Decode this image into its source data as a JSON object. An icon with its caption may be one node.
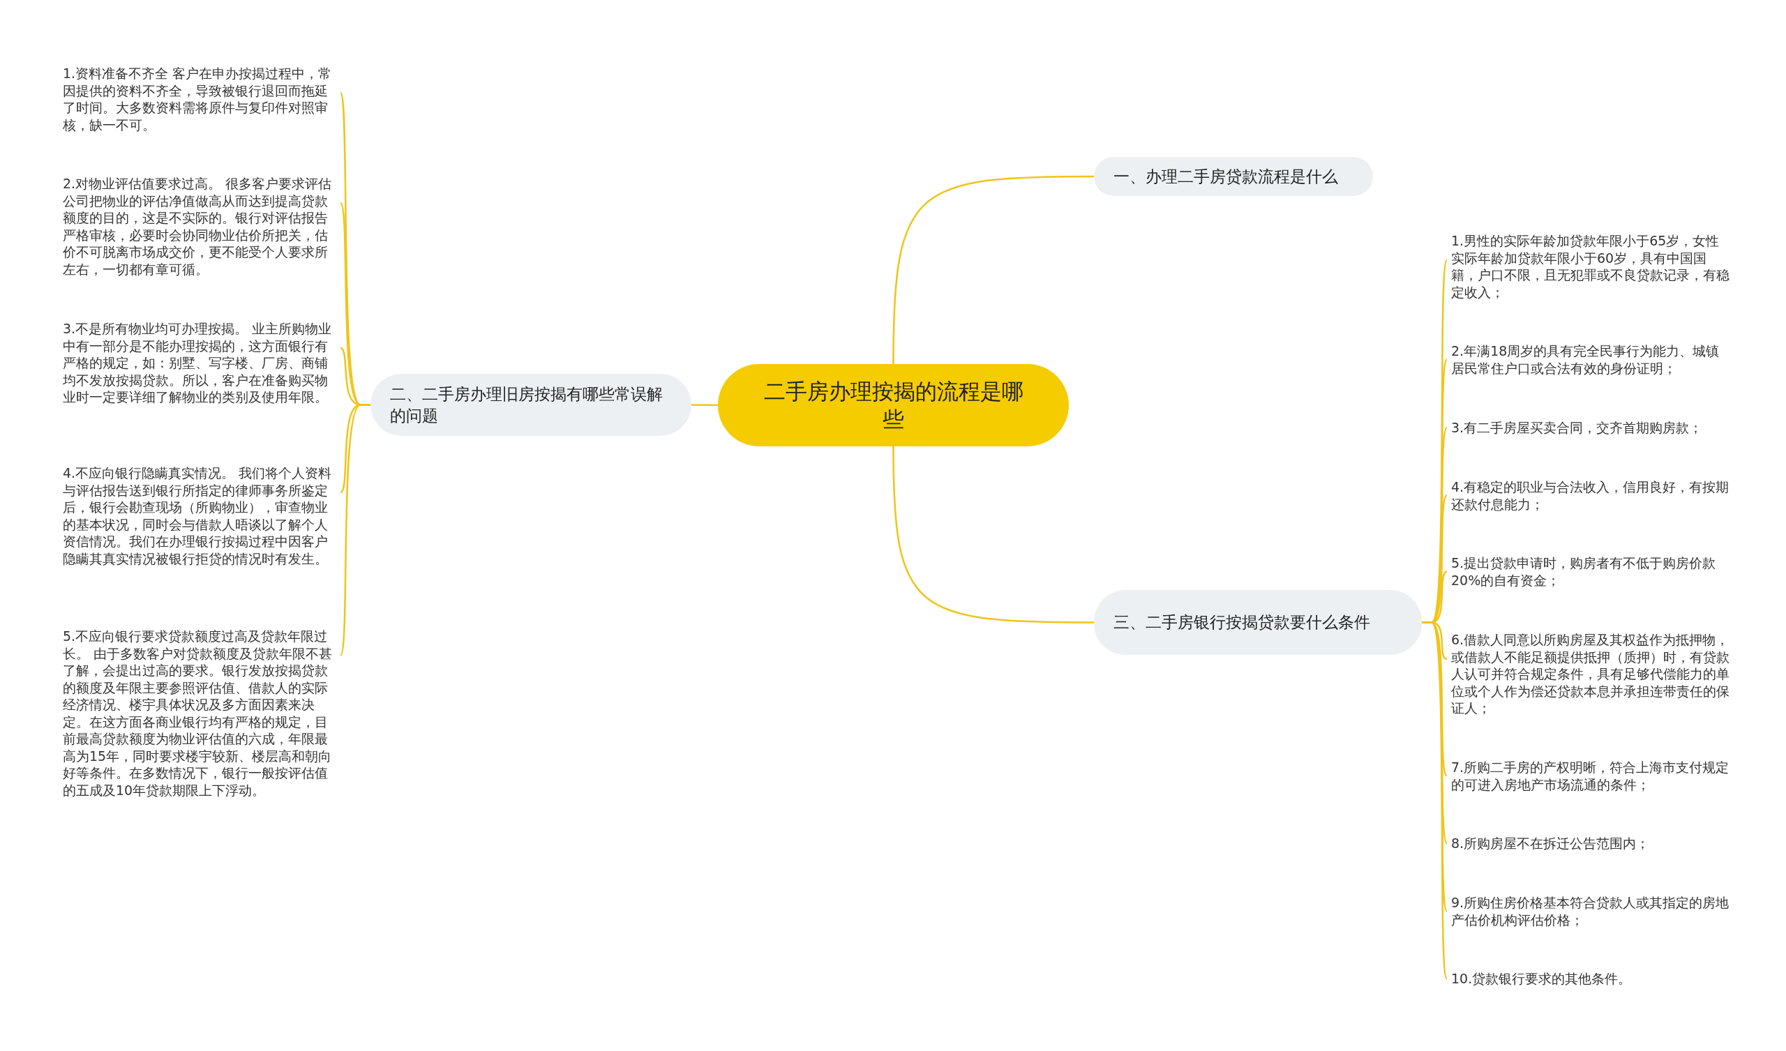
{
  "diagram": {
    "nodes": [
      {
        "text": [
          "二手房办理按揭的流程是哪些"
        ]
      },
      {
        "text": [
          "一、办理二手房贷款流程是什么"
        ]
      },
      {
        "text": [
          "二、二手房办理旧房按揭有哪些常误解的问题"
        ]
      },
      {
        "text": [
          "三、二手房银行按揭贷款要什么条件"
        ]
      },
      {
        "text": [
          "1.资料准备不齐全 客户在申办按揭过程中，常因提供的资料不齐全，导致被银行退回而拖延了时间。大多数资料需将原件与复印件对照审核，缺一不可。"
        ]
      },
      {
        "text": [
          "2.对物业评估值要求过高。 很多客户要求评估公司把物业的评估净值做高从而达到提高贷款额度的目的，这是不实际的。银行对评估报告严格审核，必要时会协同物业估价所把关，估价不可脱离市场成交价，更不能受个人要求所左右，一切都有章可循。"
        ]
      },
      {
        "text": [
          "3.不是所有物业均可办理按揭。 业主所购物业中有一部分是不能办理按揭的，这方面银行有严格的规定，如：别墅、写字楼、厂房、商铺均不发放按揭贷款。所以，客户在准备购买物业时一定要详细了解物业的类别及使用年限。"
        ]
      },
      {
        "text": [
          "4.不应向银行隐瞒真实情况。 我们将个人资料与评估报告送到银行所指定的律师事务所鉴定后，银行会勘查现场（所购物业），审查物业的基本状况，同时会与借款人晤谈以了解个人资信情况。我们在办理银行按揭过程中因客户隐瞒其真实情况被银行拒贷的情况时有发生。"
        ]
      },
      {
        "text": [
          "5.不应向银行要求贷款额度过高及贷款年限过长。 由于多数客户对贷款额度及贷款年限不甚了解，会提出过高的要求。银行发放按揭贷款的额度及年限主要参照评估值、借款人的实际经济情况、楼宇具体状况及多方面因素来决定。在这方面各商业银行均有严格的规定，目前最高贷款额度为物业评估值的六成，年限最高为15年，同时要求楼宇较新、楼层高和朝向好等条件。在多数情况下，银行一般按评估值的五成及10年贷款期限上下浮动。"
        ]
      },
      {
        "text": [
          "1.男性的实际年龄加贷款年限小于65岁，女性实际年龄加贷款年限小于60岁，具有中国国籍，户口不限，且无犯罪或不良贷款记录，有稳定收入；"
        ]
      },
      {
        "text": [
          "2.年满18周岁的具有完全民事行为能力、城镇居民常住户口或合法有效的身份证明；"
        ]
      },
      {
        "text": [
          "3.有二手房屋买卖合同，交齐首期购房款；"
        ]
      },
      {
        "text": [
          "4.有稳定的职业与合法收入，信用良好，有按期还款付息能力；"
        ]
      },
      {
        "text": [
          "5.提出贷款申请时，购房者有不低于购房价款20%的自有资金；"
        ]
      },
      {
        "text": [
          "6.借款人同意以所购房屋及其权益作为抵押物，或借款人不能足额提供抵押（质押）时，有贷款人认可并符合规定条件，具有足够代偿能力的单位或个人作为偿还贷款本息并承担连带责任的保证人；"
        ]
      },
      {
        "text": [
          "7.所购二手房的产权明晰，符合上海市支付规定的可进入房地产市场流通的条件；"
        ]
      },
      {
        "text": [
          "8.所购房屋不在拆迁公告范围内；"
        ]
      },
      {
        "text": [
          "9.所购住房价格基本符合贷款人或其指定的房地产估价机构评估价格；"
        ]
      },
      {
        "text": [
          "10.贷款银行要求的其他条件。"
        ]
      }
    ],
    "edges": [
      {
        "from": 0,
        "to": 1,
        "arrow": "none"
      },
      {
        "from": 0,
        "to": 2,
        "arrow": "none"
      },
      {
        "from": 0,
        "to": 3,
        "arrow": "none"
      },
      {
        "from": 2,
        "to": 4,
        "arrow": "none"
      },
      {
        "from": 2,
        "to": 5,
        "arrow": "none"
      },
      {
        "from": 2,
        "to": 6,
        "arrow": "none"
      },
      {
        "from": 2,
        "to": 7,
        "arrow": "none"
      },
      {
        "from": 2,
        "to": 8,
        "arrow": "none"
      },
      {
        "from": 3,
        "to": 9,
        "arrow": "none"
      },
      {
        "from": 3,
        "to": 10,
        "arrow": "none"
      },
      {
        "from": 3,
        "to": 11,
        "arrow": "none"
      },
      {
        "from": 3,
        "to": 12,
        "arrow": "none"
      },
      {
        "from": 3,
        "to": 13,
        "arrow": "none"
      },
      {
        "from": 3,
        "to": 14,
        "arrow": "none"
      },
      {
        "from": 3,
        "to": 15,
        "arrow": "none"
      },
      {
        "from": 3,
        "to": 16,
        "arrow": "none"
      },
      {
        "from": 3,
        "to": 17,
        "arrow": "none"
      },
      {
        "from": 3,
        "to": 18,
        "arrow": "none"
      }
    ]
  }
}
